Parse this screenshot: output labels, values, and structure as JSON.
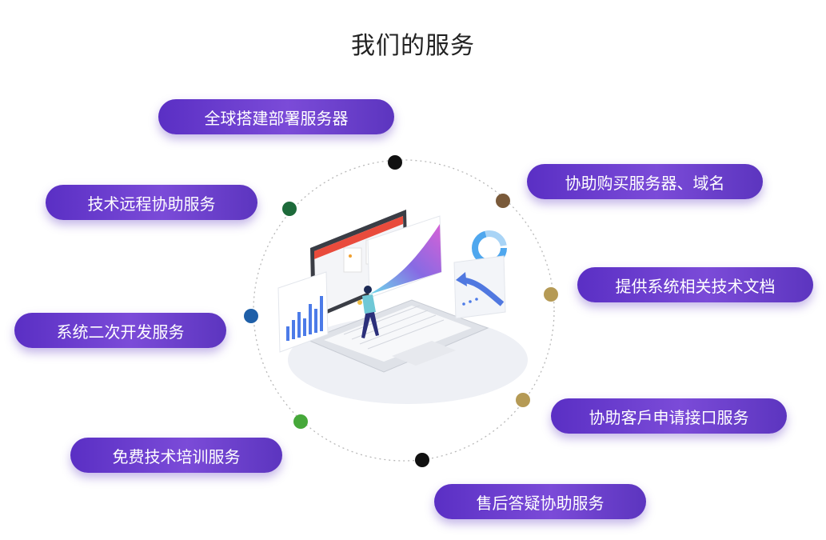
{
  "page": {
    "title": "我们的服务"
  },
  "services": [
    {
      "label": "全球搭建部署服务器"
    },
    {
      "label": "技术远程协助服务"
    },
    {
      "label": "协助购买服务器、域名"
    },
    {
      "label": "提供系统相关技术文档"
    },
    {
      "label": "系统二次开发服务"
    },
    {
      "label": "协助客戶申请接口服务"
    },
    {
      "label": "免费技术培训服务"
    },
    {
      "label": "售后答疑协助服务"
    }
  ],
  "colors": {
    "pill_start": "#5a2fc4",
    "pill_end": "#7b4bd8",
    "dot_black": "#111111",
    "dot_brown": "#7a5a3a",
    "dot_green_dark": "#1d6a3a",
    "dot_olive": "#b59a55",
    "dot_blue": "#1f5fa8",
    "dot_green": "#46a83a"
  },
  "illustration": {
    "name": "laptop-dashboard-illustration"
  }
}
